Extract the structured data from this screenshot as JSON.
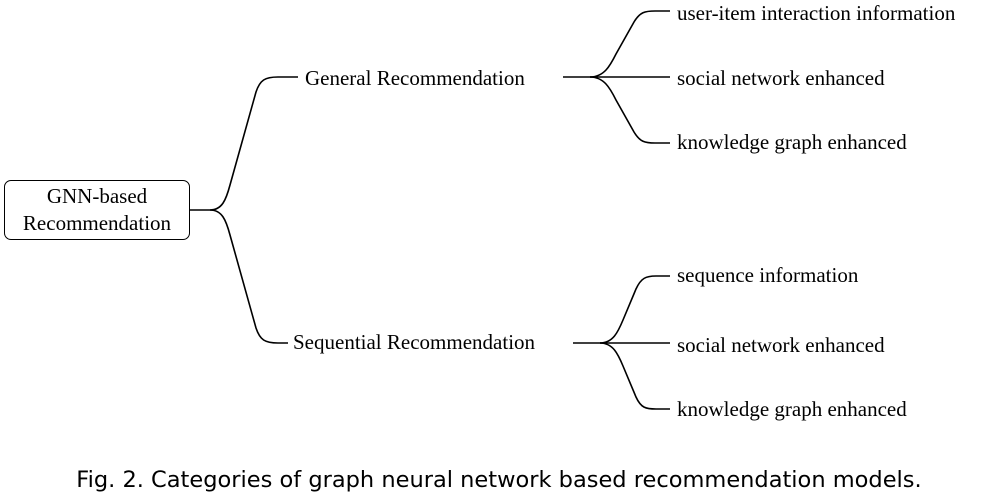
{
  "root": {
    "line1": "GNN-based",
    "line2": "Recommendation"
  },
  "branches": [
    {
      "label": "General Recommendation",
      "leaves": [
        "user-item interaction information",
        "social network enhanced",
        "knowledge graph enhanced"
      ]
    },
    {
      "label": "Sequential Recommendation",
      "leaves": [
        "sequence information",
        "social network enhanced",
        "knowledge graph enhanced"
      ]
    }
  ],
  "caption": "Fig. 2.  Categories of graph neural network based recommendation models."
}
